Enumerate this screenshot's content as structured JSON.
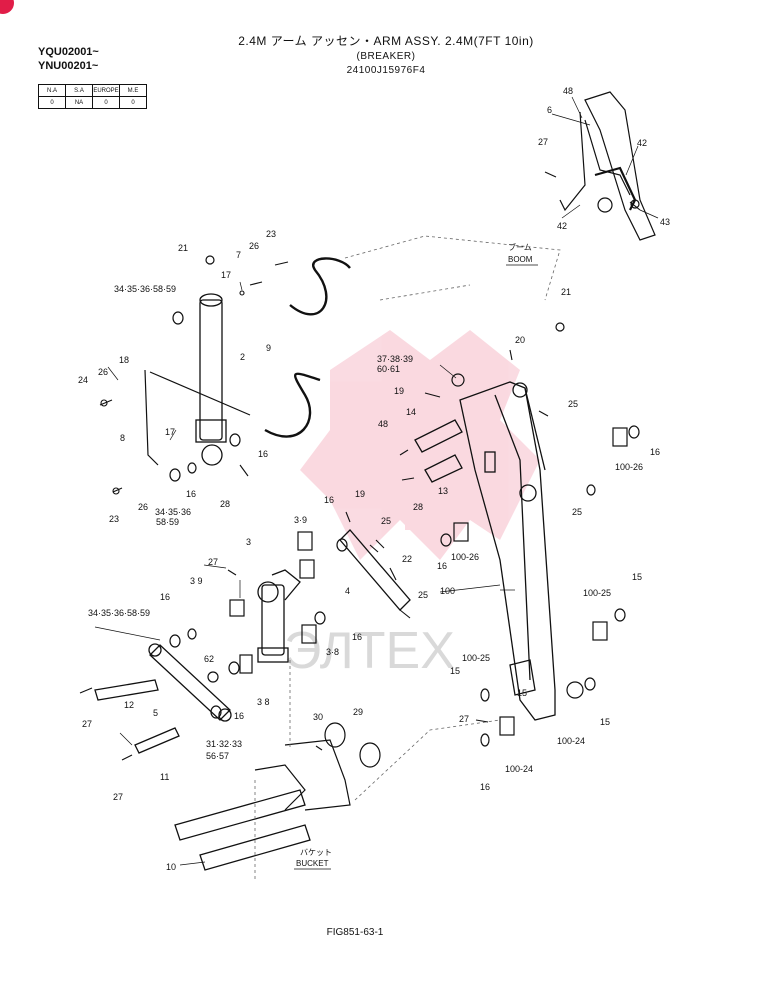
{
  "header": {
    "title": "2.4M アーム アッセン・ARM ASSY. 2.4M(7FT 10in)",
    "subtitle": "(BREAKER)",
    "part_number": "24100J15976F4"
  },
  "serials": [
    "YQU02001~",
    "YNU00201~"
  ],
  "markets": {
    "columns": [
      "N.A",
      "S.A",
      "EUROPE",
      "M.E"
    ],
    "values": [
      "0",
      "NA",
      "0",
      "0"
    ]
  },
  "notes": {
    "boom_jp": "ブーム",
    "boom": "BOOM",
    "bucket_jp": "バケット",
    "bucket": "BUCKET"
  },
  "watermark": "ЭЛТЕХ",
  "figure_ref": "FIG851-63-1",
  "callouts": [
    {
      "id": "48a",
      "text": "48"
    },
    {
      "id": "6",
      "text": "6"
    },
    {
      "id": "42a",
      "text": "42"
    },
    {
      "id": "27a",
      "text": "27"
    },
    {
      "id": "42b",
      "text": "42"
    },
    {
      "id": "43",
      "text": "43"
    },
    {
      "id": "23a",
      "text": "23"
    },
    {
      "id": "26a",
      "text": "26"
    },
    {
      "id": "21a",
      "text": "21"
    },
    {
      "id": "7",
      "text": "7"
    },
    {
      "id": "17a",
      "text": "17"
    },
    {
      "id": "34a",
      "text": "34·35·36·58·59"
    },
    {
      "id": "2",
      "text": "2"
    },
    {
      "id": "9",
      "text": "9"
    },
    {
      "id": "18",
      "text": "18"
    },
    {
      "id": "26b",
      "text": "26"
    },
    {
      "id": "24",
      "text": "24"
    },
    {
      "id": "8",
      "text": "8"
    },
    {
      "id": "17b",
      "text": "17"
    },
    {
      "id": "16a",
      "text": "16"
    },
    {
      "id": "23b",
      "text": "23"
    },
    {
      "id": "26c",
      "text": "26"
    },
    {
      "id": "34b",
      "text": "34·35·36"
    },
    {
      "id": "5859",
      "text": "58·59"
    },
    {
      "id": "16b",
      "text": "16"
    },
    {
      "id": "28a",
      "text": "28"
    },
    {
      "id": "21b",
      "text": "21"
    },
    {
      "id": "20",
      "text": "20"
    },
    {
      "id": "37",
      "text": "37·38·39"
    },
    {
      "id": "60",
      "text": "60·61"
    },
    {
      "id": "19a",
      "text": "19"
    },
    {
      "id": "14",
      "text": "14"
    },
    {
      "id": "25a",
      "text": "25"
    },
    {
      "id": "48b",
      "text": "48"
    },
    {
      "id": "13",
      "text": "13"
    },
    {
      "id": "28b",
      "text": "28"
    },
    {
      "id": "16c",
      "text": "16"
    },
    {
      "id": "100-26a",
      "text": "100-26"
    },
    {
      "id": "25b",
      "text": "25"
    },
    {
      "id": "16d",
      "text": "16"
    },
    {
      "id": "19b",
      "text": "19"
    },
    {
      "id": "25c",
      "text": "25"
    },
    {
      "id": "39a",
      "text": "3·9"
    },
    {
      "id": "22",
      "text": "22"
    },
    {
      "id": "16e",
      "text": "16"
    },
    {
      "id": "100-26b",
      "text": "100-26"
    },
    {
      "id": "4",
      "text": "4"
    },
    {
      "id": "100",
      "text": "100"
    },
    {
      "id": "27b",
      "text": "27"
    },
    {
      "id": "3",
      "text": "3"
    },
    {
      "id": "39b",
      "text": "3 9"
    },
    {
      "id": "25d",
      "text": "25"
    },
    {
      "id": "100-25a",
      "text": "100-25"
    },
    {
      "id": "15a",
      "text": "15"
    },
    {
      "id": "34c",
      "text": "34·35·36·58·59"
    },
    {
      "id": "16f",
      "text": "16"
    },
    {
      "id": "16g",
      "text": "16"
    },
    {
      "id": "38a",
      "text": "3·8"
    },
    {
      "id": "62",
      "text": "62"
    },
    {
      "id": "100-25b",
      "text": "100-25"
    },
    {
      "id": "15b",
      "text": "15"
    },
    {
      "id": "27c",
      "text": "27"
    },
    {
      "id": "12",
      "text": "12"
    },
    {
      "id": "5",
      "text": "5"
    },
    {
      "id": "16h",
      "text": "16"
    },
    {
      "id": "38b",
      "text": "3 8"
    },
    {
      "id": "15c",
      "text": "15"
    },
    {
      "id": "27d",
      "text": "27"
    },
    {
      "id": "30",
      "text": "30"
    },
    {
      "id": "29",
      "text": "29"
    },
    {
      "id": "31",
      "text": "31·32·33"
    },
    {
      "id": "56",
      "text": "56·57"
    },
    {
      "id": "100-24a",
      "text": "100-24"
    },
    {
      "id": "15d",
      "text": "15"
    },
    {
      "id": "100-24b",
      "text": "100-24"
    },
    {
      "id": "11",
      "text": "11"
    },
    {
      "id": "27e",
      "text": "27"
    },
    {
      "id": "16i",
      "text": "16"
    },
    {
      "id": "10",
      "text": "10"
    },
    {
      "id": "27f",
      "text": "27"
    },
    {
      "id": "16j",
      "text": "16"
    }
  ]
}
